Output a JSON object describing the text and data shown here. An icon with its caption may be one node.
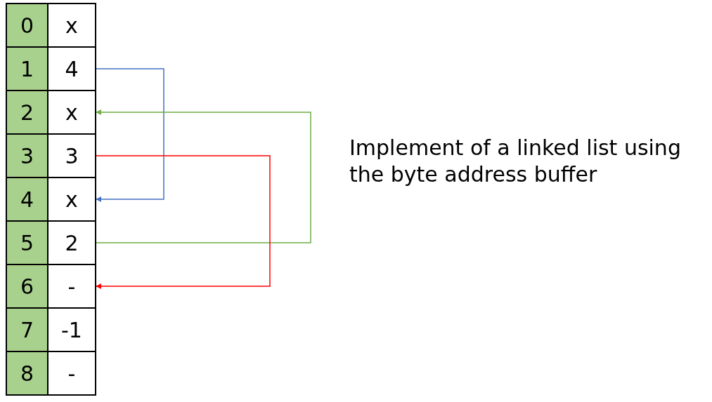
{
  "diagram": {
    "caption": "Implement of a linked list using the byte address buffer",
    "nodes": [
      {
        "text": [
          "0"
        ]
      },
      {
        "text": [
          "x"
        ]
      },
      {
        "text": [
          "1"
        ]
      },
      {
        "text": [
          "4"
        ]
      },
      {
        "text": [
          "2"
        ]
      },
      {
        "text": [
          "x"
        ]
      },
      {
        "text": [
          "3"
        ]
      },
      {
        "text": [
          "3"
        ]
      },
      {
        "text": [
          "4"
        ]
      },
      {
        "text": [
          "x"
        ]
      },
      {
        "text": [
          "5"
        ]
      },
      {
        "text": [
          "2"
        ]
      },
      {
        "text": [
          "6"
        ]
      },
      {
        "text": [
          "-"
        ]
      },
      {
        "text": [
          "7"
        ]
      },
      {
        "text": [
          "-1"
        ]
      },
      {
        "text": [
          "8"
        ]
      },
      {
        "text": [
          "-"
        ]
      }
    ],
    "edges": [
      {
        "from": 3,
        "to": 9,
        "arrow": "to",
        "color": "#4472c4"
      },
      {
        "from": 11,
        "to": 5,
        "arrow": "to",
        "color": "#70ad47"
      },
      {
        "from": 7,
        "to": 13,
        "arrow": "to",
        "color": "#ff0000"
      }
    ]
  }
}
